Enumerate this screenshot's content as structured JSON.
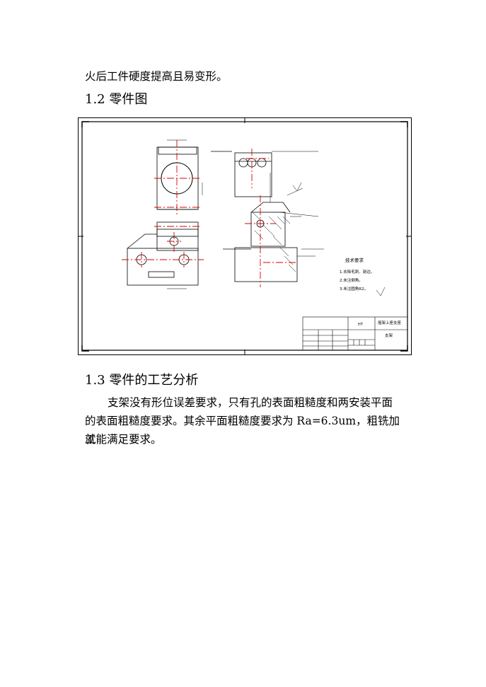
{
  "document": {
    "intro_line": "火后工件硬度提高且易变形。",
    "section_1_2": "1.2  零件图",
    "section_1_3": "1.3 零件的工艺分析",
    "paragraph_lines": [
      "支架没有形位误差要求，只有孔的表面粗糙度和两安装平面",
      "的表面粗糙度要求。其余平面粗糙度要求为 Ra=6.3um，粗铣加工",
      "就能满足要求。"
    ]
  },
  "drawing": {
    "technical_requirements_title": "技术要求",
    "technical_requirements": [
      "1.去除毛刺、锐边。",
      "2.未注倒角。",
      "3.未注圆角R2。"
    ],
    "title_block_name": "摇架上座支座",
    "title_block_material": "HT",
    "title_block_company": "支架"
  }
}
